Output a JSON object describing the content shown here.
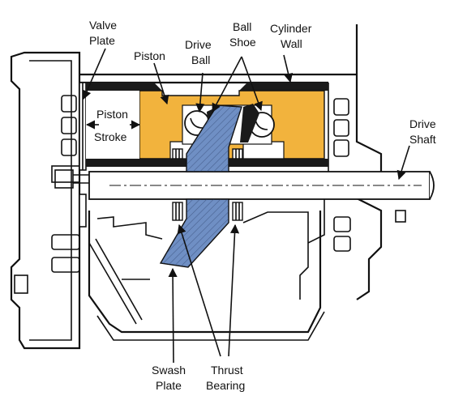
{
  "labels": {
    "valve_plate": [
      "Valve",
      "Plate"
    ],
    "piston": "Piston",
    "drive_ball": [
      "Drive",
      "Ball"
    ],
    "ball_shoe": [
      "Ball",
      "Shoe"
    ],
    "cylinder_wall": [
      "Cylinder",
      "Wall"
    ],
    "piston_stroke": [
      "Piston",
      "Stroke"
    ],
    "drive_shaft": [
      "Drive",
      "Shaft"
    ],
    "swash_plate": [
      "Swash",
      "Plate"
    ],
    "thrust_bearing": [
      "Thrust",
      "Bearing"
    ]
  },
  "colors": {
    "piston": "#F2B33D",
    "swash_plate": "#6F8FC4",
    "outline": "#111111",
    "wall": "#1A1A1A",
    "background": "#FFFFFF"
  }
}
